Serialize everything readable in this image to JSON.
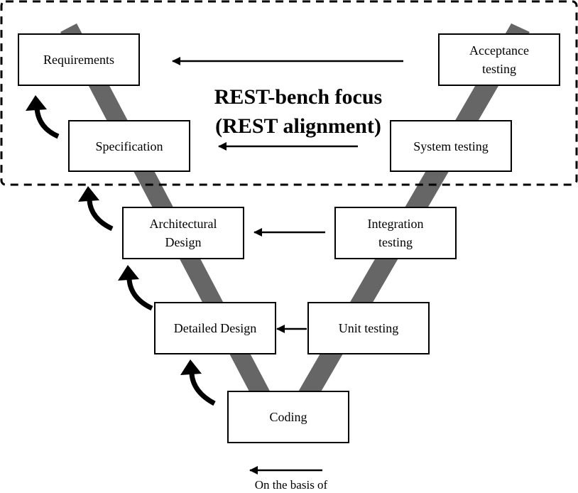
{
  "diagram": {
    "focus_region": {
      "line1": "REST-bench focus",
      "line2": "(REST alignment)"
    },
    "left_branch": [
      {
        "id": "requirements",
        "label": "Requirements"
      },
      {
        "id": "specification",
        "label": "Specification"
      },
      {
        "id": "architectural",
        "line1": "Architectural",
        "line2": "Design"
      },
      {
        "id": "detailed",
        "label": "Detailed Design"
      }
    ],
    "bottom": {
      "id": "coding",
      "label": "Coding"
    },
    "right_branch": [
      {
        "id": "acceptance",
        "line1": "Acceptance",
        "line2": "testing"
      },
      {
        "id": "system",
        "label": "System testing"
      },
      {
        "id": "integration",
        "line1": "Integration",
        "line2": "testing"
      },
      {
        "id": "unit",
        "label": "Unit testing"
      }
    ],
    "legend": {
      "label": "On the basis of"
    },
    "colors": {
      "v_band": "#666666",
      "stroke": "#000000",
      "box_fill": "#ffffff"
    }
  }
}
